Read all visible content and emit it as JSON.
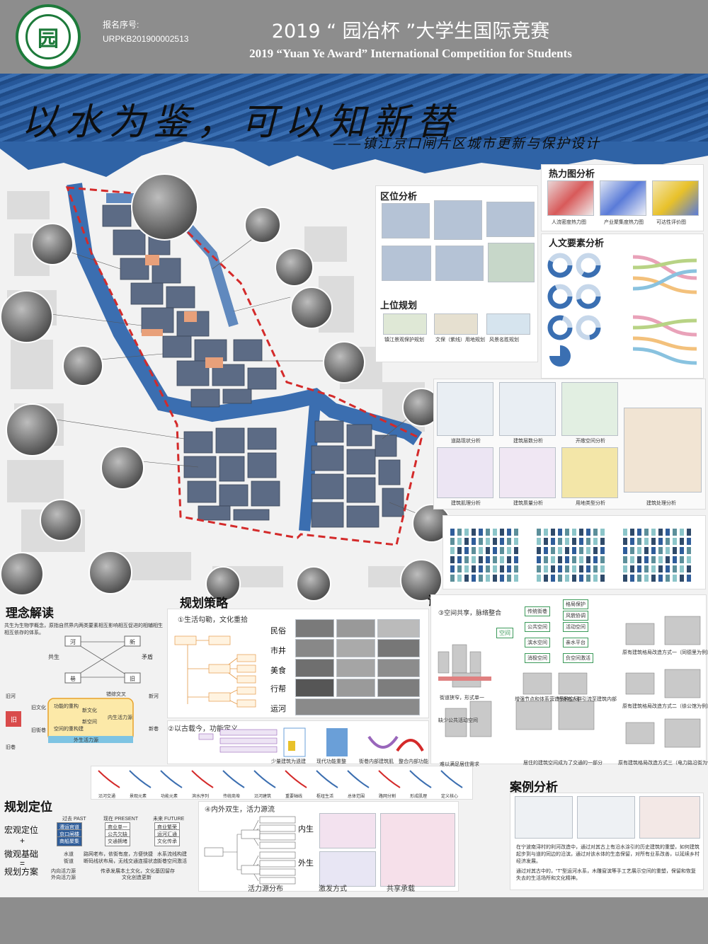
{
  "header": {
    "registration_label": "报名序号:",
    "registration_number": "URPKB201900002513",
    "title_cn": "2019 “ 园冶杯 ”大学生国际竞赛",
    "title_en": "2019 “Yuan Ye Award” International Competition for  Students",
    "logo_glyph": "园"
  },
  "banner": {
    "headline": "以水为鉴，可以知新替",
    "subtitle": "——镇江京口闸片区城市更新与保护设计"
  },
  "colors": {
    "header_gray": "#8d8d8d",
    "sea_blue": "#2f63a6",
    "block_slate": "#5c6b85",
    "highlight_orange": "#e8a07a",
    "boundary_red": "#d42a2a",
    "logo_green": "#1d7a3a"
  },
  "right_panels": {
    "heatmap_title": "热力图分析",
    "heatmap_labels": [
      "人流密度热力图",
      "产业聚集度热力图",
      "可达性评价图"
    ],
    "location_title": "区位分析",
    "humanity_title": "人文要素分析",
    "upper_plan_title": "上位规划",
    "upper_plan_labels": [
      "镇江景观保护规划",
      "文保（紫线）用地规划",
      "风景名胜规划"
    ],
    "site_analysis_labels": [
      "道路现状分析",
      "建筑层数分析",
      "开敞空间分析",
      "建筑肌理分析",
      "建筑质量分析",
      "用地类型分析",
      "建筑处理分析"
    ]
  },
  "concept": {
    "title": "理念解读",
    "intro": "共生为生物学概念，原指自然界内两类要素相互影响相互促进的相辅相生相互依存的体系。",
    "labels": {
      "river": "河",
      "new": "新",
      "coexist": "共生",
      "contradiction": "矛盾",
      "lane": "巷",
      "old": "旧",
      "cross": "错综交叉"
    },
    "flow_labels": [
      "旧河",
      "旧文化",
      "旧街巷",
      "功能的重构",
      "空间的重构建",
      "新文化",
      "新空间",
      "内生活力源",
      "外生活力源",
      "新河",
      "新巷",
      "旧巷"
    ],
    "center_label": "旧"
  },
  "strategy": {
    "title": "规划策略",
    "item1": "①生活勾勒，文化重拾",
    "categories": [
      "民俗",
      "市井",
      "美食",
      "行帮",
      "运河"
    ],
    "item2": "②以古载今，功能定义",
    "item2_labels": [
      "少量建筑为遗建",
      "现代功能重整",
      "街巷内部建筑肌",
      "整合内部功能"
    ],
    "item4": "④内外双生，活力源流",
    "item4_labels": [
      "内生",
      "外生"
    ],
    "footer_labels": [
      "活力源分布",
      "激发方式",
      "共享承载"
    ],
    "flow_row": [
      "沿河交通",
      "景观元素",
      "功能元素",
      "滨水序列",
      "传统商埠",
      "沿河建筑",
      "重要轴线",
      "枢纽生活",
      "总体范围",
      "路网分割",
      "形成肌理",
      "定义核心"
    ]
  },
  "design": {
    "title": "设计手法",
    "item3": "③空间共享，脉络整合",
    "space_label": "空间",
    "branches": [
      "传统街巷",
      "公共空间",
      "滨水空间",
      "消极空间"
    ],
    "branch_results": [
      "格局保护",
      "风貌协调",
      "活动空间",
      "亲水平台",
      "负空间激活"
    ],
    "mode_labels": [
      "原有建筑格局改造方式一（同德里为例）",
      "原有建筑格局改造方式二（徐公馆为例）",
      "原有建筑格局改造方式三（电力路沿街为例）"
    ],
    "notes": [
      "街道狭窄，形式单一",
      "缺少公共活动空间",
      "增强节点和体系营造多种空间",
      "将街道人群引流至建筑内部",
      "居住的建筑空间成为了交通的一部分",
      "难以满足居住需求"
    ]
  },
  "positioning": {
    "title": "规划定位",
    "lines": [
      "宏观定位",
      "+",
      "微观基础",
      "=",
      "规划方案"
    ],
    "past": "过去 PAST",
    "present": "现在 PRESENT",
    "future": "未来 FUTURE",
    "past_items": [
      "漕运官道",
      "京口闸楼",
      "商船聚集"
    ],
    "present_items": [
      "商业单一",
      "公共欠缺",
      "交通拥堵"
    ],
    "future_items": [
      "商业繁荣",
      "运河汇通",
      "文化传承"
    ],
    "row_water": "水道",
    "row_street": "街道",
    "row_inner": "内向活力源",
    "row_outer": "外向活力源",
    "mid1": "路网老布，依街有度，方便快捷",
    "mid2": "断码线状布局，无线交通连接状态",
    "right1": "水系流线构建",
    "right2": "街巷空间激活",
    "bottom1": "传承发展本土文化，文化基因留存",
    "bottom2": "文化创造更新"
  },
  "case": {
    "title": "案例分析",
    "text": "在宁波南浔村的利河改造中，通过对其古上有沿水涂引的历史建筑的重塑，如何建筑起步到与道的同边的沿滨，通过对该水体的生态保留，对所有业系改善，以延续乡村经济发展。",
    "text2": "通过对其古中的，“T”型运河水系，木雕窗滨等手工艺展示空间的重塑，保留和恢复失去的生活场所和文化精神。"
  }
}
